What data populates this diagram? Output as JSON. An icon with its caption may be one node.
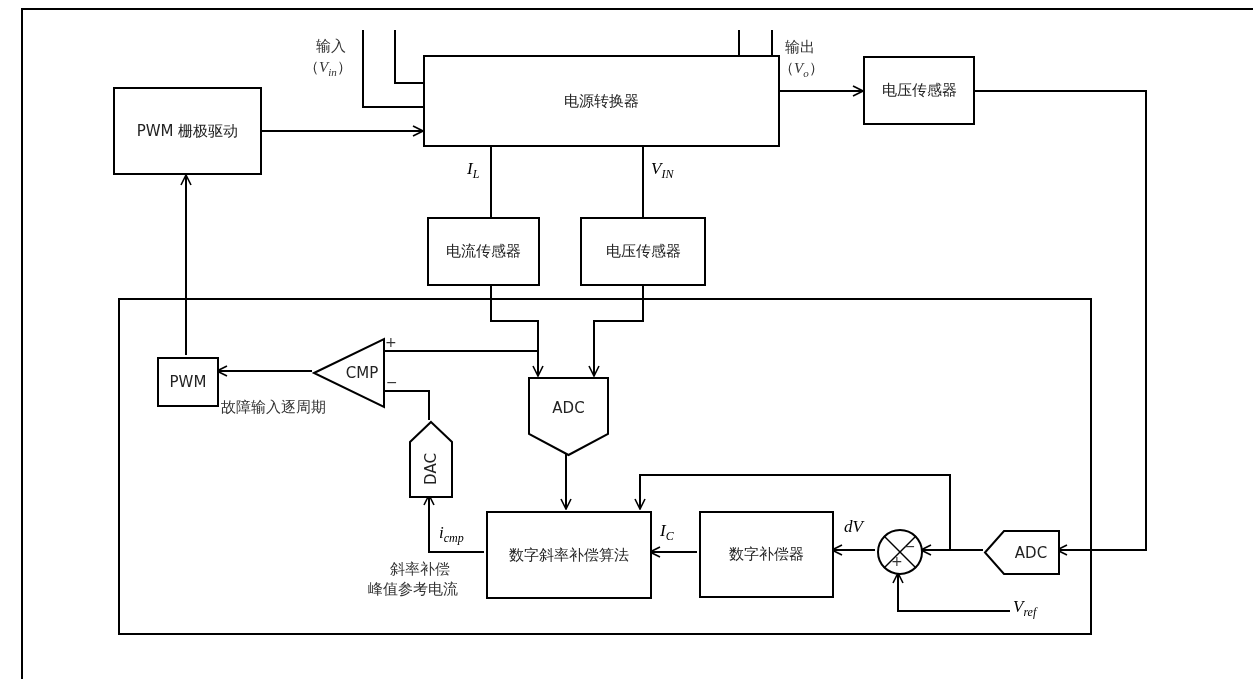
{
  "diagram": {
    "nodes": [
      {
        "text": [
          "电源转换器"
        ]
      },
      {
        "text": [
          "PWM 栅极驱动"
        ]
      },
      {
        "text": [
          "电压传感器"
        ]
      },
      {
        "text": [
          "电流传感器"
        ]
      },
      {
        "text": [
          "电压传感器"
        ]
      },
      {
        "text": [],
        "shape": "box"
      },
      {
        "text": [
          "PWM"
        ],
        "in": 5
      },
      {
        "text": [
          "CMP"
        ],
        "in": 5
      },
      {
        "text": [
          "ADC"
        ],
        "in": 5
      },
      {
        "text": [
          "DAC"
        ],
        "in": 5
      },
      {
        "text": [
          "数字斜率补偿算法"
        ],
        "in": 5
      },
      {
        "text": [
          "数字补偿器"
        ],
        "in": 5
      },
      {
        "text": [],
        "shape": "circle",
        "in": 5
      },
      {
        "text": [
          "ADC"
        ],
        "in": 5
      }
    ],
    "edges": [
      {
        "from": null,
        "to": 0,
        "arrow": "none"
      },
      {
        "from": null,
        "to": 0,
        "arrow": "none"
      },
      {
        "from": 0,
        "to": null,
        "arrow": "none"
      },
      {
        "from": 0,
        "to": null,
        "arrow": "none"
      },
      {
        "from": 0,
        "to": 2,
        "arrow": "to"
      },
      {
        "from": 1,
        "to": 0,
        "arrow": "to"
      },
      {
        "from": 0,
        "to": 3,
        "arrow": "none",
        "label": "I$_{L}$"
      },
      {
        "from": 0,
        "to": 4,
        "arrow": "none",
        "label": "V$_{IN}$"
      },
      {
        "from": 3,
        "to": 8,
        "arrow": "to"
      },
      {
        "from": 4,
        "to": 8,
        "arrow": "to"
      },
      {
        "from": 3,
        "to": 7,
        "arrow": "none"
      },
      {
        "from": 7,
        "to": 6,
        "arrow": "to"
      },
      {
        "from": 6,
        "to": 1,
        "arrow": "to"
      },
      {
        "from": 9,
        "to": 7,
        "arrow": "none"
      },
      {
        "from": 10,
        "to": 9,
        "arrow": "to",
        "label": "i$_{cmp}$"
      },
      {
        "from": 8,
        "to": 10,
        "arrow": "to"
      },
      {
        "from": 11,
        "to": 10,
        "arrow": "to",
        "label": "I$_{C}$"
      },
      {
        "from": 12,
        "to": 11,
        "arrow": "to",
        "label": "dV"
      },
      {
        "from": 13,
        "to": 12,
        "arrow": "to"
      },
      {
        "from": 13,
        "to": 10,
        "arrow": "to"
      },
      {
        "from": 2,
        "to": 13,
        "arrow": "to"
      },
      {
        "from": null,
        "to": 12,
        "arrow": "to",
        "label": "V$_{ref}$"
      }
    ],
    "labels": [
      "输入",
      "（*V*$_{in}$）",
      "输出",
      "（*V*$_{o}$）",
      "+",
      "−",
      "故障输入逐周期",
      "斜率补偿",
      "峰值参考电流",
      "−",
      "+"
    ]
  }
}
